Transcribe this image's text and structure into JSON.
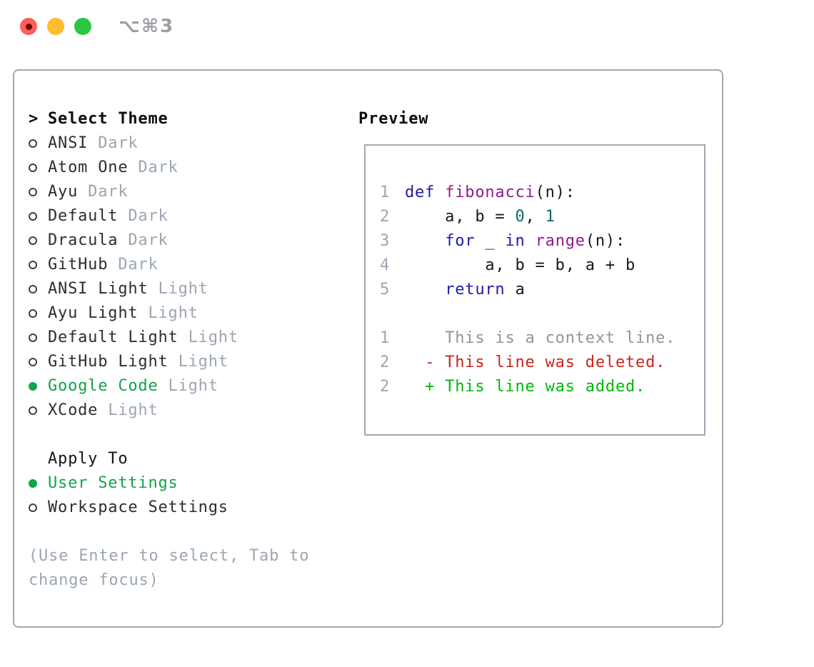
{
  "titlebar": {
    "shortcut": "⌥⌘3",
    "icons": {
      "close": "red-traffic-light-with-dot",
      "minimize": "yellow-traffic-light",
      "zoom": "green-traffic-light"
    }
  },
  "select_theme": {
    "prefix": ">",
    "title": "Select Theme",
    "themes": [
      {
        "name": "ANSI",
        "variant": "Dark",
        "selected": false
      },
      {
        "name": "Atom One",
        "variant": "Dark",
        "selected": false
      },
      {
        "name": "Ayu",
        "variant": "Dark",
        "selected": false
      },
      {
        "name": "Default",
        "variant": "Dark",
        "selected": false
      },
      {
        "name": "Dracula",
        "variant": "Dark",
        "selected": false
      },
      {
        "name": "GitHub",
        "variant": "Dark",
        "selected": false
      },
      {
        "name": "ANSI Light",
        "variant": "Light",
        "selected": false
      },
      {
        "name": "Ayu Light",
        "variant": "Light",
        "selected": false
      },
      {
        "name": "Default Light",
        "variant": "Light",
        "selected": false
      },
      {
        "name": "GitHub Light",
        "variant": "Light",
        "selected": false
      },
      {
        "name": "Google Code",
        "variant": "Light",
        "selected": true
      },
      {
        "name": "XCode",
        "variant": "Light",
        "selected": false
      }
    ],
    "icons": {
      "radio_unselected": "circle-outline",
      "radio_selected": "circle-filled-green"
    }
  },
  "apply_to": {
    "title": "Apply To",
    "options": [
      {
        "label": "User Settings",
        "selected": true
      },
      {
        "label": "Workspace Settings",
        "selected": false
      }
    ]
  },
  "hint": {
    "line1": "(Use Enter to select, Tab to",
    "line2": "change focus)"
  },
  "preview": {
    "title": "Preview",
    "lines": [
      {
        "num": "1",
        "tokens": [
          {
            "t": "def ",
            "c": "kw"
          },
          {
            "t": "fibonacci",
            "c": "fn"
          },
          {
            "t": "(n):",
            "c": "pl"
          }
        ]
      },
      {
        "num": "2",
        "tokens": [
          {
            "t": "    a, b = ",
            "c": "pl"
          },
          {
            "t": "0",
            "c": "lit"
          },
          {
            "t": ", ",
            "c": "pl"
          },
          {
            "t": "1",
            "c": "lit"
          }
        ]
      },
      {
        "num": "3",
        "tokens": [
          {
            "t": "    ",
            "c": "pl"
          },
          {
            "t": "for",
            "c": "kw"
          },
          {
            "t": " _ ",
            "c": "pl"
          },
          {
            "t": "in",
            "c": "kw"
          },
          {
            "t": " ",
            "c": "pl"
          },
          {
            "t": "range",
            "c": "fn"
          },
          {
            "t": "(n):",
            "c": "pl"
          }
        ]
      },
      {
        "num": "4",
        "tokens": [
          {
            "t": "        a, b = b, a + b",
            "c": "pl"
          }
        ]
      },
      {
        "num": "5",
        "tokens": [
          {
            "t": "    ",
            "c": "pl"
          },
          {
            "t": "return",
            "c": "kw"
          },
          {
            "t": " a",
            "c": "pl"
          }
        ]
      },
      {
        "num": "",
        "tokens": []
      },
      {
        "num": "1",
        "tokens": [
          {
            "t": "    This is a context line.",
            "c": "ctx"
          }
        ]
      },
      {
        "num": "2",
        "tokens": [
          {
            "t": "  - This line was deleted.",
            "c": "del"
          }
        ]
      },
      {
        "num": "2",
        "tokens": [
          {
            "t": "  + This line was added.",
            "c": "add"
          }
        ]
      }
    ]
  },
  "colors": {
    "accent": "#13a34a",
    "text": "#2a2e34",
    "muted": "#9ba6b2",
    "border": "#9fa8b2",
    "kw": "#1d1ca9",
    "fn": "#8e1c90",
    "lit": "#0d6a67",
    "pl": "#17191d",
    "ctx": "#8d95a0",
    "del": "#c5271c",
    "add": "#00b80b",
    "tr-red": "#fe5f57",
    "tr-red-dot": "#6c0b04",
    "tr-yellow": "#febc2e",
    "tr-green": "#29c840",
    "shortcut": "#9b9fa4"
  }
}
